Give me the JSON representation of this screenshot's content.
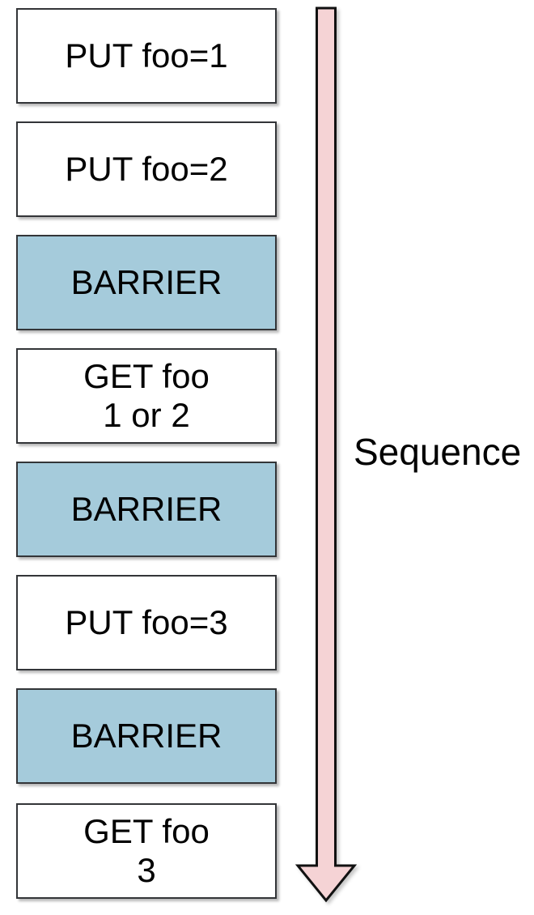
{
  "diagram": {
    "boxes": [
      {
        "label": "PUT foo=1",
        "kind": "operation"
      },
      {
        "label": "PUT foo=2",
        "kind": "operation"
      },
      {
        "label": "BARRIER",
        "kind": "barrier"
      },
      {
        "label": "GET foo\n1 or 2",
        "kind": "operation"
      },
      {
        "label": "BARRIER",
        "kind": "barrier"
      },
      {
        "label": "PUT foo=3",
        "kind": "operation"
      },
      {
        "label": "BARRIER",
        "kind": "barrier"
      },
      {
        "label": "GET foo\n3",
        "kind": "operation"
      }
    ],
    "arrow": {
      "label": "Sequence",
      "direction": "down"
    },
    "colors": {
      "barrier_fill": "#a5cbdb",
      "operation_fill": "#ffffff",
      "arrow_fill": "#f5d3d5",
      "arrow_border": "#111111",
      "box_border": "#333538",
      "text": "#000000"
    }
  }
}
